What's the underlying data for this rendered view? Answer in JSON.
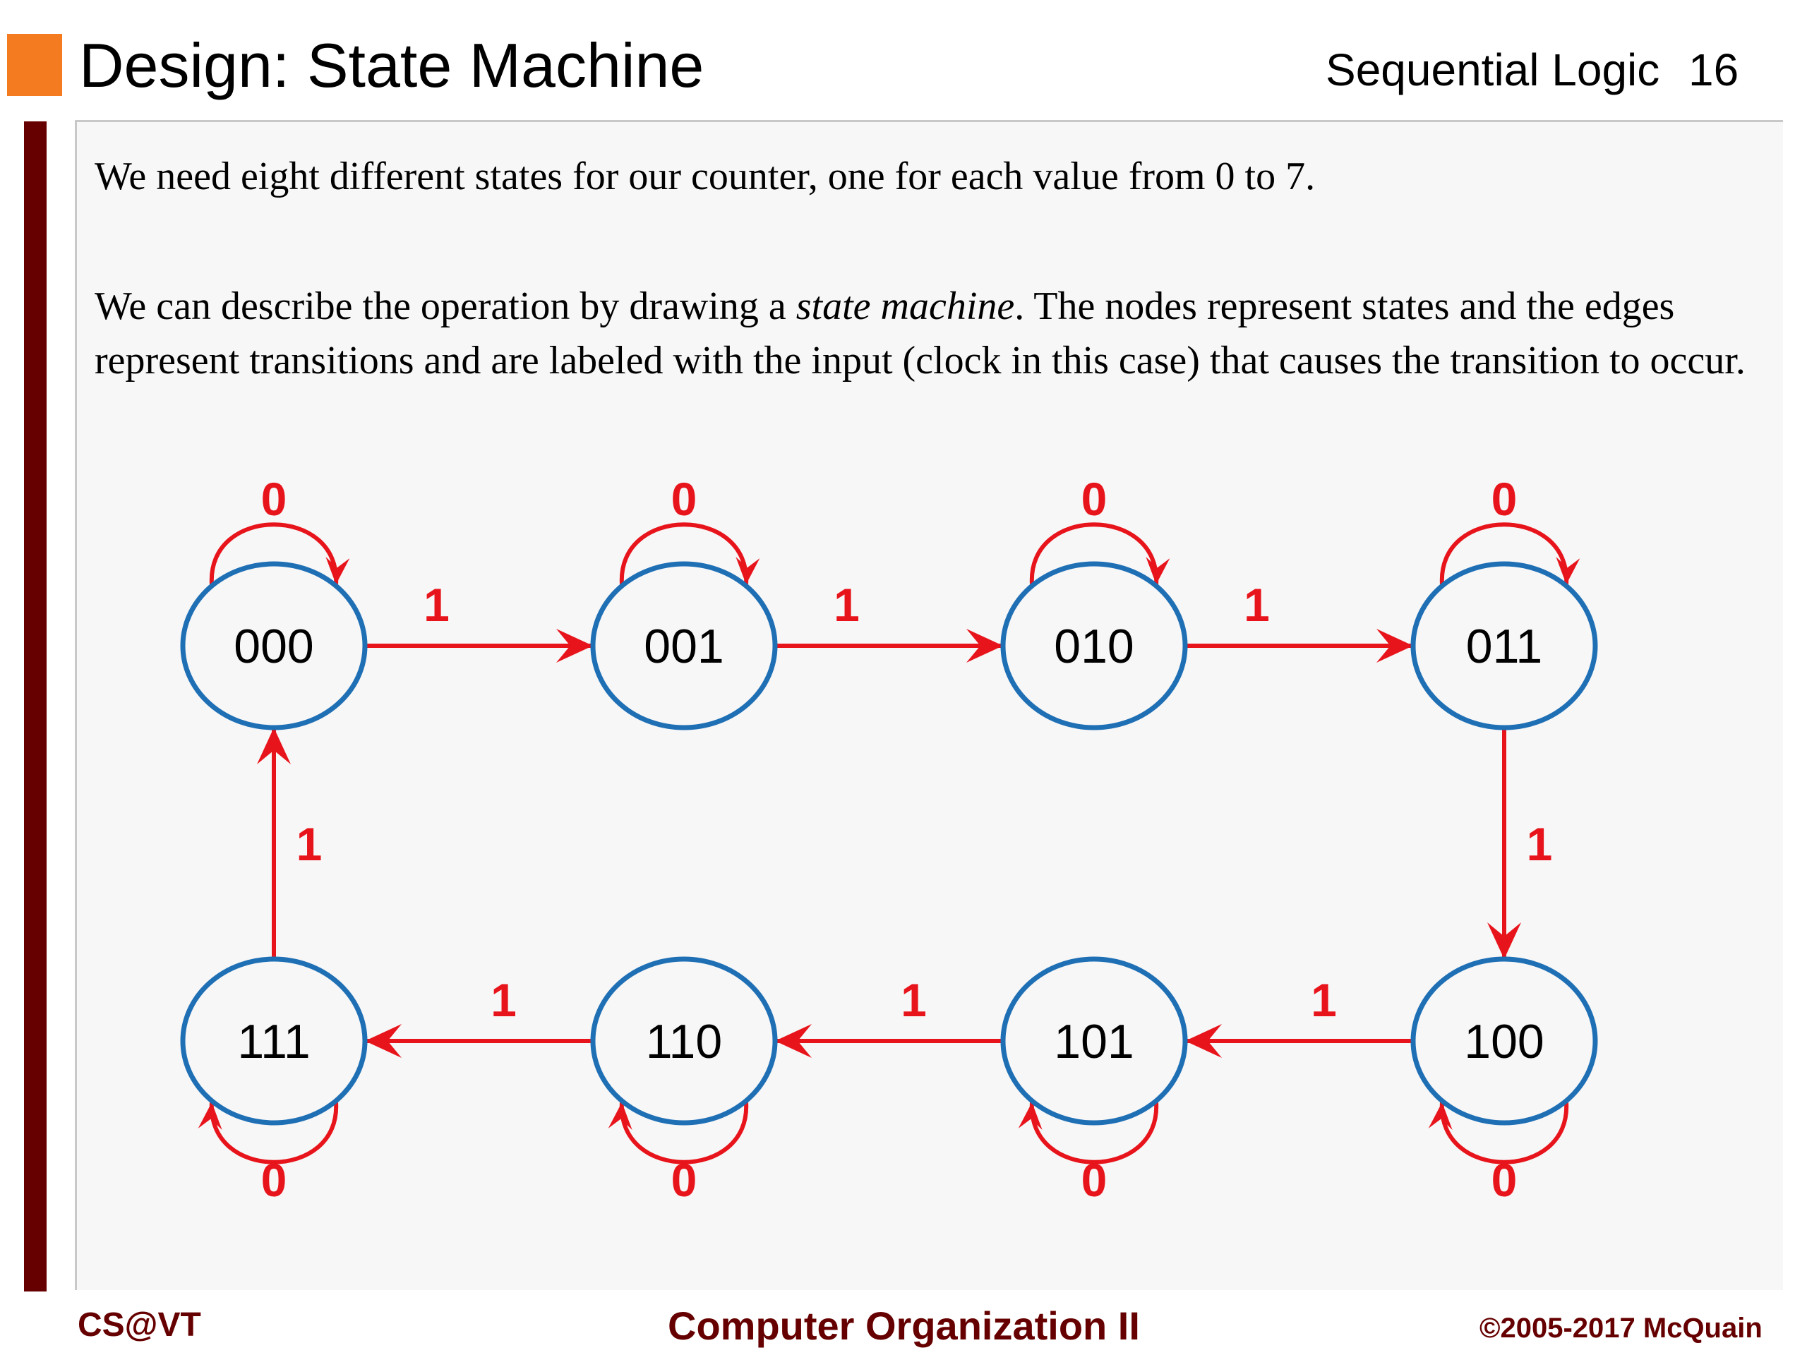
{
  "header": {
    "title": "Design: State Machine",
    "topic": "Sequential Logic",
    "page_number": "16"
  },
  "body": {
    "paragraph_1": "We need eight different states for our counter, one for each value from 0 to 7.",
    "paragraph_2_before": "We can describe the operation by drawing a ",
    "paragraph_2_emphasis": "state machine",
    "paragraph_2_after": ".  The nodes represent states and the edges represent transitions and are labeled with the input (clock in this case) that causes the transition to occur."
  },
  "diagram": {
    "states": [
      "000",
      "001",
      "010",
      "011",
      "100",
      "101",
      "110",
      "111"
    ],
    "self_loop_label": "0",
    "transition_label": "1",
    "transitions": [
      {
        "from": "000",
        "to": "001",
        "label": "1"
      },
      {
        "from": "001",
        "to": "010",
        "label": "1"
      },
      {
        "from": "010",
        "to": "011",
        "label": "1"
      },
      {
        "from": "011",
        "to": "100",
        "label": "1"
      },
      {
        "from": "100",
        "to": "101",
        "label": "1"
      },
      {
        "from": "101",
        "to": "110",
        "label": "1"
      },
      {
        "from": "110",
        "to": "111",
        "label": "1"
      },
      {
        "from": "111",
        "to": "000",
        "label": "1"
      }
    ],
    "colors": {
      "node_stroke": "#1f6fb5",
      "edge": "#e8141b"
    }
  },
  "footer": {
    "left": "CS@VT",
    "center": "Computer Organization II",
    "right": "©2005-2017 McQuain"
  },
  "colors": {
    "accent_square": "#f47b20",
    "left_bar": "#660000",
    "footer_text": "#660000"
  }
}
